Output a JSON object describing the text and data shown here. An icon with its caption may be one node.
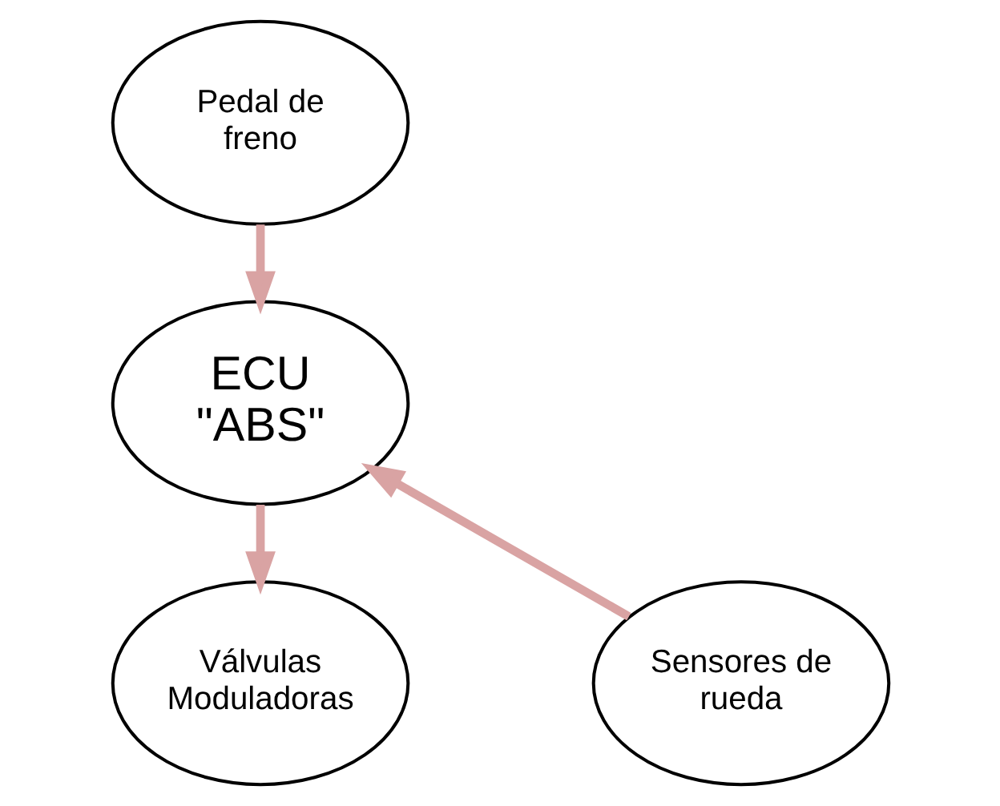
{
  "diagram": {
    "nodes": [
      {
        "text": [
          "Pedal de freno"
        ]
      },
      {
        "text": [
          "ECU \"ABS\""
        ]
      },
      {
        "text": [
          "Sensores de rueda"
        ]
      },
      {
        "text": [
          "Válvulas Moduladoras"
        ]
      }
    ],
    "edges": [
      {
        "from": 0,
        "to": 1,
        "arrow": "to"
      },
      {
        "from": 2,
        "to": 1,
        "arrow": "to"
      },
      {
        "from": 1,
        "to": 3,
        "arrow": "to"
      }
    ]
  }
}
